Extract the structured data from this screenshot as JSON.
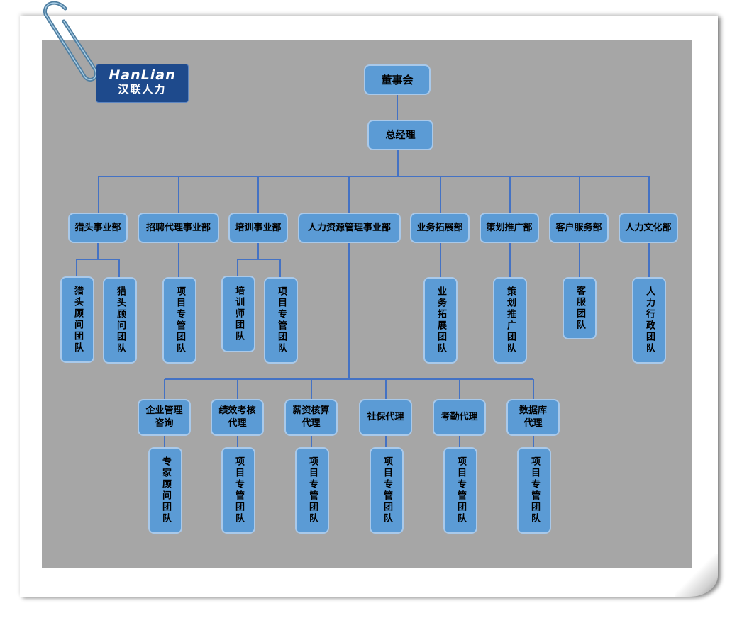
{
  "logo": {
    "english": "HanLian",
    "chinese": "汉联人力"
  },
  "colors": {
    "panel": "#a6a6a6",
    "node_fill": "#5b9bd5",
    "node_border": "#a9c9ea",
    "connector": "#4472c4"
  },
  "org": {
    "board": "董事会",
    "gm": "总经理",
    "departments": [
      {
        "name": "猎头事业部",
        "teams": [
          "猎头顾问团队",
          "猎头顾问团队"
        ]
      },
      {
        "name": "招聘代理事业部",
        "teams": [
          "项目专管团队"
        ]
      },
      {
        "name": "培训事业部",
        "teams": [
          "培训师团队",
          "项目专管团队"
        ]
      },
      {
        "name": "人力资源管理事业部",
        "teams": []
      },
      {
        "name": "业务拓展部",
        "teams": [
          "业务拓展团队"
        ]
      },
      {
        "name": "策划推广部",
        "teams": [
          "策划推广团队"
        ]
      },
      {
        "name": "客户服务部",
        "teams": [
          "客服团队"
        ]
      },
      {
        "name": "人力文化部",
        "teams": [
          "人力行政团队"
        ]
      }
    ],
    "hr_services": [
      {
        "name": "企业管理咨询",
        "line1": "企业管理",
        "line2": "咨询",
        "team": "专家顾问团队"
      },
      {
        "name": "绩效考核代理",
        "line1": "绩效考核",
        "line2": "代理",
        "team": "项目专管团队"
      },
      {
        "name": "薪资核算代理",
        "line1": "薪资核算",
        "line2": "代理",
        "team": "项目专管团队"
      },
      {
        "name": "社保代理",
        "line1": "社保代理",
        "line2": "",
        "team": "项目专管团队"
      },
      {
        "name": "考勤代理",
        "line1": "考勤代理",
        "line2": "",
        "team": "项目专管团队"
      },
      {
        "name": "数据库代理",
        "line1": "数据库",
        "line2": "代理",
        "team": "项目专管团队"
      }
    ]
  }
}
